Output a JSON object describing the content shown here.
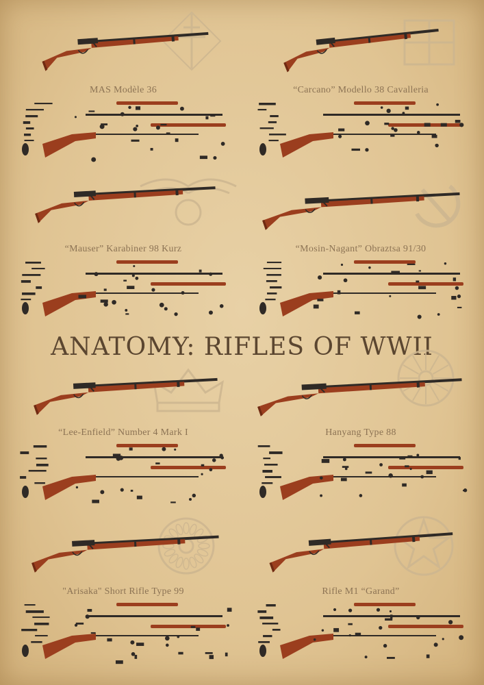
{
  "title": "ANATOMY: RIFLES OF WWII",
  "colors": {
    "background": "#e3c99a",
    "wood": "#9b3e1e",
    "wood_dark": "#6f2a12",
    "metal": "#2f2a26",
    "label": "#8c7354",
    "title": "#5b4630",
    "emblem": "#cdb690"
  },
  "rifles": [
    {
      "name": "MAS Modèle 36",
      "emblem": "lorraine-cross-emblem"
    },
    {
      "name": "“Carcano” Modello 38 Cavalleria",
      "emblem": "fasces-emblem"
    },
    {
      "name": "“Mauser” Karabiner 98 Kurz",
      "emblem": "eagle-emblem"
    },
    {
      "name": "“Mosin-Nagant” Obraztsa 91/30",
      "emblem": "hammer-sickle-emblem"
    },
    {
      "name": "“Lee-Enfield” Number 4 Mark I",
      "emblem": "crown-emblem"
    },
    {
      "name": "Hanyang Type 88",
      "emblem": "sun-emblem"
    },
    {
      "name": "\"Arisaka\" Short Rifle Type 99",
      "emblem": "chrysanthemum-emblem"
    },
    {
      "name": "Rifle M1 “Garand”",
      "emblem": "star-emblem"
    }
  ]
}
